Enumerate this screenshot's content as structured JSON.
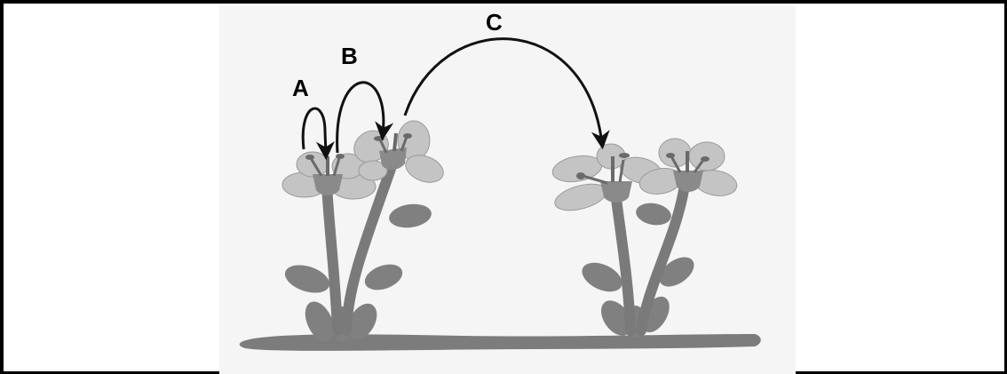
{
  "labels": {
    "a": "A",
    "b": "B",
    "c": "C"
  },
  "colors": {
    "frame": "#000000",
    "panel": "#f5f5f5",
    "stem": "#7a7a7a",
    "leaf": "#808080",
    "petal": "#c4c4c4",
    "petal_edge": "#9a9a9a",
    "arrow": "#111111",
    "ground": "#7c7c7c"
  }
}
